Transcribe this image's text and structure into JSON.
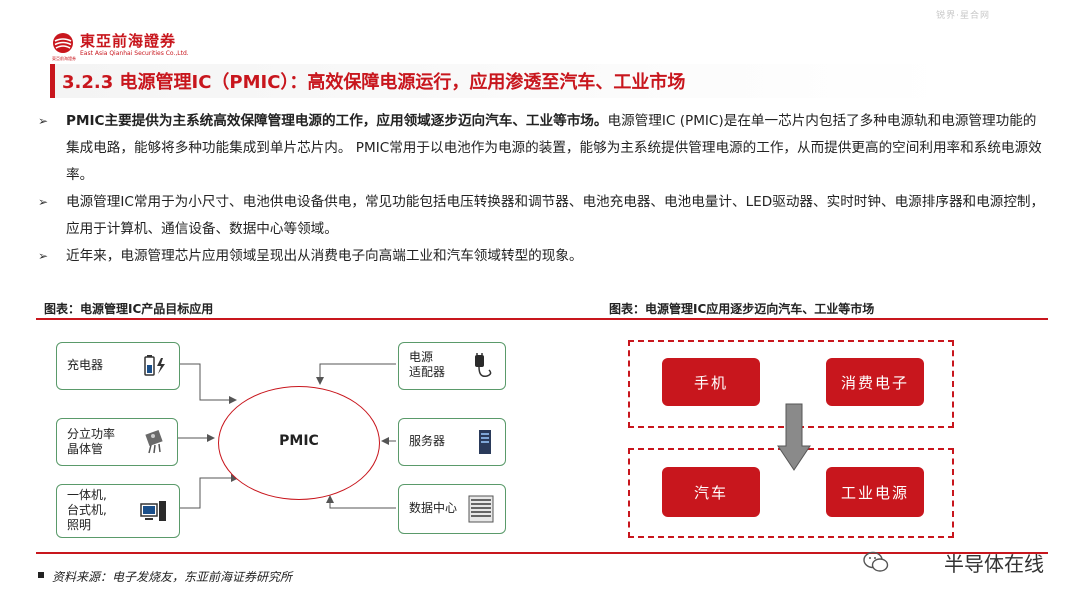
{
  "watermark_top": "锐界·星合网",
  "logo": {
    "company_cn": "東亞前海證券",
    "company_en": "East Asia Qianhai Securities Co.,Ltd.",
    "mark_small": "東亞前海證券"
  },
  "title": "3.2.3 电源管理IC（PMIC）：高效保障电源运行，应用渗透至汽车、工业市场",
  "bullets": [
    {
      "bold": "PMIC主要提供为主系统高效保障管理电源的工作，应用领域逐步迈向汽车、工业等市场。",
      "text": "电源管理IC (PMIC)是在单一芯片内包括了多种电源轨和电源管理功能的集成电路，能够将多种功能集成到单片芯片内。 PMIC常用于以电池作为电源的装置，能够为主系统提供管理电源的工作，从而提供更高的空间利用率和系统电源效率。"
    },
    {
      "bold": "",
      "text": "电源管理IC常用于为小尺寸、电池供电设备供电，常见功能包括电压转换器和调节器、电池充电器、电池电量计、LED驱动器、实时时钟、电源排序器和电源控制，应用于计算机、通信设备、数据中心等领域。"
    },
    {
      "bold": "",
      "text": "近年来，电源管理芯片应用领域呈现出从消费电子向高端工业和汽车领域转型的现象。"
    }
  ],
  "left_figure": {
    "caption": "图表：电源管理IC产品目标应用",
    "center": "PMIC",
    "left_nodes": [
      {
        "label": "充电器",
        "icon": "battery-charger-icon"
      },
      {
        "label": "分立功率\n晶体管",
        "icon": "transistor-icon"
      },
      {
        "label": "一体机,\n台式机,\n照明",
        "icon": "desktop-computer-icon"
      }
    ],
    "right_nodes": [
      {
        "label": "电源\n适配器",
        "icon": "power-adapter-icon"
      },
      {
        "label": "服务器",
        "icon": "server-icon"
      },
      {
        "label": "数据中心",
        "icon": "data-center-icon"
      }
    ]
  },
  "right_figure": {
    "caption": "图表：电源管理IC应用逐步迈向汽车、工业等市场",
    "top_row": [
      "手机",
      "消费电子"
    ],
    "bottom_row": [
      "汽车",
      "工业电源"
    ],
    "accent_color": "#c8161d"
  },
  "source": "资料来源：电子发烧友，东亚前海证券研究所",
  "brand_watermark": "半导体在线",
  "colors": {
    "brand_red": "#c8161d",
    "node_border": "#5a9a6a"
  }
}
